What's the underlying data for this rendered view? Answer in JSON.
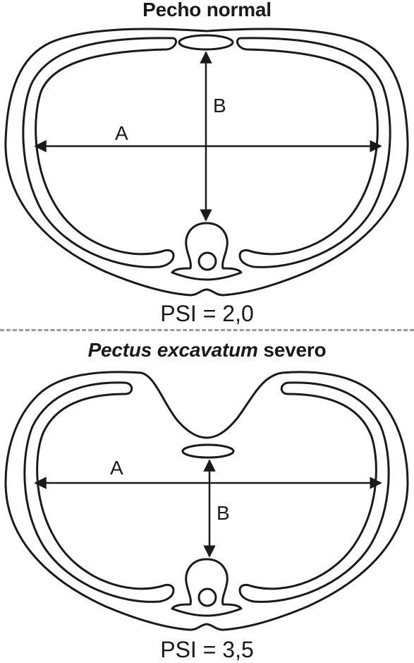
{
  "diagrams": [
    {
      "title_plain": "Pecho normal",
      "label_a": "A",
      "label_b": "B",
      "psi": "PSI = 2,0"
    },
    {
      "title_italic": "Pectus excavatum",
      "title_plain": "severo",
      "label_a": "A",
      "label_b": "B",
      "psi": "PSI = 3,5"
    }
  ],
  "colors": {
    "line": "#1a1a1a",
    "divider": "#9a9a9a",
    "background": "#ffffff"
  }
}
